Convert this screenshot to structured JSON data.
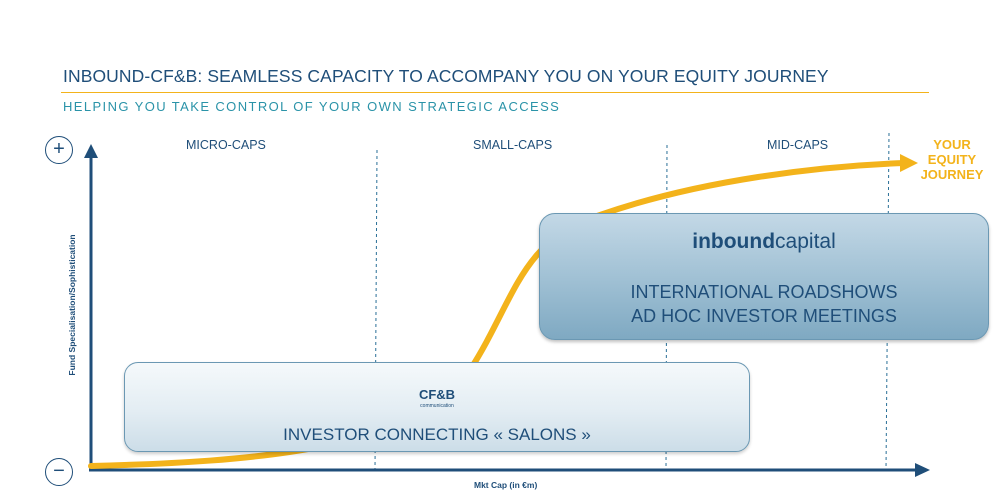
{
  "header": {
    "title": "INBOUND-CF&B: SEAMLESS CAPACITY TO ACCOMPANY YOU ON YOUR EQUITY JOURNEY",
    "subtitle": "HELPING YOU TAKE CONTROL OF YOUR OWN STRATEGIC ACCESS"
  },
  "segments": [
    "MICRO-CAPS",
    "SMALL-CAPS",
    "MID-CAPS"
  ],
  "journey_label": "YOUR\nEQUITY\nJOURNEY",
  "axes": {
    "y_label": "Fund Specialisation/Sophistication",
    "x_label": "Mkt Cap (in €m)",
    "top_symbol": "+",
    "bottom_symbol": "−"
  },
  "inbound_box": {
    "logo_prefix": "inbound",
    "logo_suffix": "capital",
    "lines": [
      "INTERNATIONAL ROADSHOWS",
      "AD HOC INVESTOR MEETINGS"
    ]
  },
  "cfb_box": {
    "logo": "CF&B",
    "logo_sub": "communication",
    "line": "INVESTOR CONNECTING « SALONS »"
  },
  "colors": {
    "navy": "#1f4e79",
    "teal": "#2a93a8",
    "gold": "#f3b31b"
  }
}
